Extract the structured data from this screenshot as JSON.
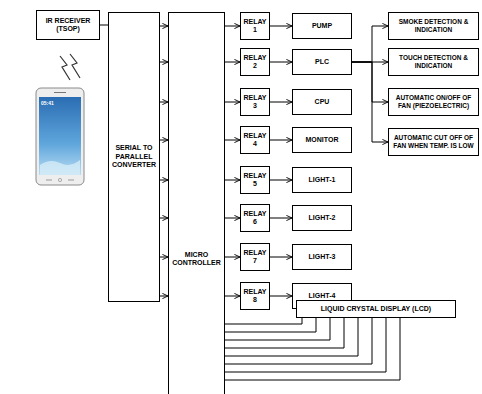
{
  "diagram": {
    "nodes": [
      {
        "text": [
          "IR RECEIVER (TSOP)"
        ]
      },
      {
        "text": [
          "SERIAL TO PARALLEL CONVERTER"
        ]
      },
      {
        "text": [
          "MICRO CONTROLLER"
        ]
      },
      {
        "text": [
          "RELAY 1"
        ]
      },
      {
        "text": [
          "RELAY 2"
        ]
      },
      {
        "text": [
          "RELAY 3"
        ]
      },
      {
        "text": [
          "RELAY 4"
        ]
      },
      {
        "text": [
          "RELAY 5"
        ]
      },
      {
        "text": [
          "RELAY 6"
        ]
      },
      {
        "text": [
          "RELAY 7"
        ]
      },
      {
        "text": [
          "RELAY 8"
        ]
      },
      {
        "text": [
          "PUMP"
        ]
      },
      {
        "text": [
          "PLC"
        ]
      },
      {
        "text": [
          "CPU"
        ]
      },
      {
        "text": [
          "MONITOR"
        ]
      },
      {
        "text": [
          "LIGHT-1"
        ]
      },
      {
        "text": [
          "LIGHT-2"
        ]
      },
      {
        "text": [
          "LIGHT-3"
        ]
      },
      {
        "text": [
          "LIGHT-4"
        ]
      },
      {
        "text": [
          "SMOKE DETECTION & INDICATION"
        ]
      },
      {
        "text": [
          "TOUCH DETECTION & INDICATION"
        ]
      },
      {
        "text": [
          "AUTOMATIC ON/OFF OF FAN (PIEZOELECTRIC)"
        ]
      },
      {
        "text": [
          "AUTOMATIC CUT OFF OF FAN WHEN TEMP. IS LOW"
        ]
      },
      {
        "text": [
          "LIQUID CRYSTAL DISPLAY (LCD)"
        ]
      }
    ],
    "edges": [
      {
        "from": 0,
        "to": 1,
        "arrow": "none"
      },
      {
        "from": 1,
        "to": 2,
        "arrow": "to"
      },
      {
        "from": 1,
        "to": 2,
        "arrow": "to"
      },
      {
        "from": 1,
        "to": 2,
        "arrow": "to"
      },
      {
        "from": 1,
        "to": 2,
        "arrow": "to"
      },
      {
        "from": 1,
        "to": 2,
        "arrow": "to"
      },
      {
        "from": 1,
        "to": 2,
        "arrow": "to"
      },
      {
        "from": 1,
        "to": 2,
        "arrow": "to"
      },
      {
        "from": 1,
        "to": 2,
        "arrow": "to"
      },
      {
        "from": 2,
        "to": 3,
        "arrow": "to"
      },
      {
        "from": 2,
        "to": 4,
        "arrow": "to"
      },
      {
        "from": 2,
        "to": 5,
        "arrow": "to"
      },
      {
        "from": 2,
        "to": 6,
        "arrow": "to"
      },
      {
        "from": 2,
        "to": 7,
        "arrow": "to"
      },
      {
        "from": 2,
        "to": 8,
        "arrow": "to"
      },
      {
        "from": 2,
        "to": 9,
        "arrow": "to"
      },
      {
        "from": 2,
        "to": 10,
        "arrow": "to"
      },
      {
        "from": 3,
        "to": 11,
        "arrow": "to"
      },
      {
        "from": 4,
        "to": 12,
        "arrow": "to"
      },
      {
        "from": 5,
        "to": 13,
        "arrow": "to"
      },
      {
        "from": 6,
        "to": 14,
        "arrow": "to"
      },
      {
        "from": 7,
        "to": 15,
        "arrow": "to"
      },
      {
        "from": 8,
        "to": 16,
        "arrow": "to"
      },
      {
        "from": 9,
        "to": 17,
        "arrow": "to"
      },
      {
        "from": 10,
        "to": 18,
        "arrow": "to"
      },
      {
        "from": 12,
        "to": 19,
        "arrow": "to"
      },
      {
        "from": 12,
        "to": 20,
        "arrow": "to"
      },
      {
        "from": 12,
        "to": 21,
        "arrow": "to"
      },
      {
        "from": 12,
        "to": 22,
        "arrow": "to"
      },
      {
        "from": 2,
        "to": 23,
        "arrow": "none"
      }
    ],
    "labels": [
      "05:41"
    ]
  }
}
